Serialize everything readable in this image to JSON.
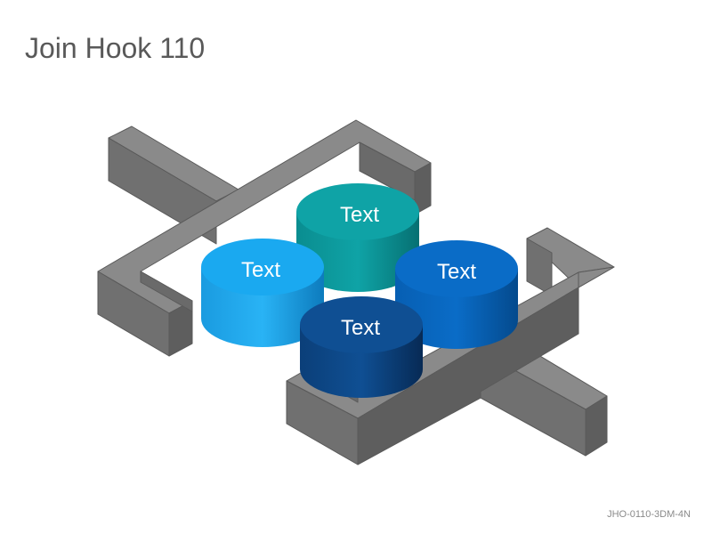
{
  "title": "Join Hook 110",
  "footer_code": "JHO-0110-3DM-4N",
  "discs": [
    {
      "id": "teal",
      "label": "Text",
      "top": "#0fa3a6",
      "side_light": "#0a8d90",
      "side_dark": "#067072"
    },
    {
      "id": "light-blue",
      "label": "Text",
      "top": "#1aa9f0",
      "side_light": "#1a9be0",
      "side_dark": "#0d7bbd"
    },
    {
      "id": "blue",
      "label": "Text",
      "top": "#0a6cc7",
      "side_light": "#075fb3",
      "side_dark": "#044a8d"
    },
    {
      "id": "dark-navy",
      "label": "Text",
      "top": "#0d4a8c",
      "side_light": "#0b3f79",
      "side_dark": "#072a55"
    }
  ],
  "hook_colors": {
    "top": "#8a8a8a",
    "side_left": "#707070",
    "side_right": "#5e5e5e",
    "edge": "#5a5a5a"
  }
}
